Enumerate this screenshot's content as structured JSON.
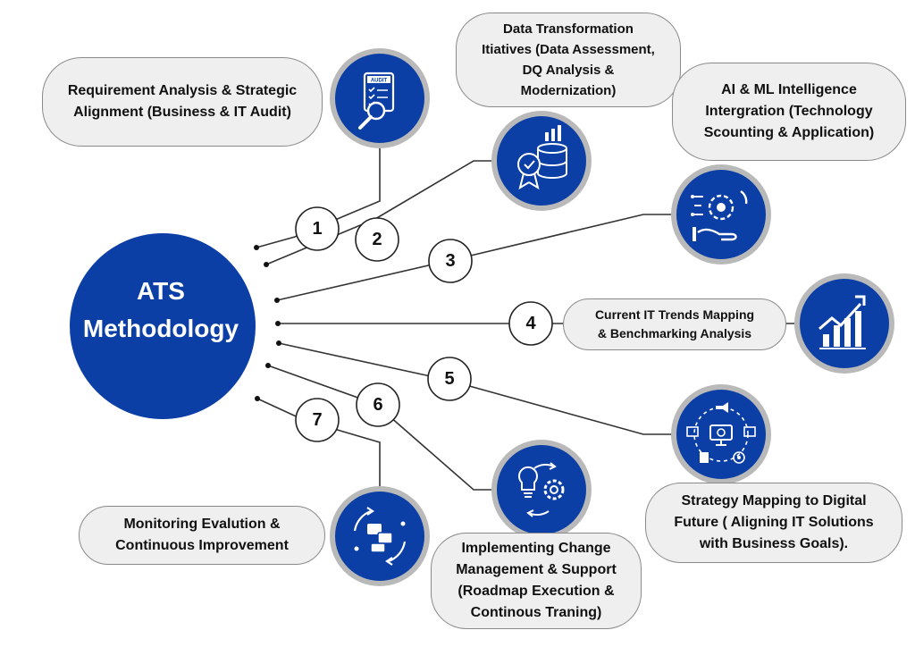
{
  "center": {
    "line1": "ATS",
    "line2": "Methodology"
  },
  "colors": {
    "primary": "#0b3fa5",
    "ring": "#b9b9b9",
    "bubble_fill": "#efefef",
    "bubble_border": "#8a8a8a",
    "line": "#333333"
  },
  "steps": [
    {
      "number": "1",
      "icon": "audit-checklist-icon",
      "label_lines": [
        "Requirement Analysis & Strategic",
        "Alignment (Business & IT Audit)"
      ]
    },
    {
      "number": "2",
      "icon": "data-quality-badge-icon",
      "label_lines": [
        "Data Transformation",
        "Itiatives (Data Assessment,",
        "DQ Analysis &",
        "Modernization)"
      ]
    },
    {
      "number": "3",
      "icon": "ai-gear-hand-icon",
      "label_lines": [
        "AI & ML Intelligence",
        "Intergration (Technology",
        "Scounting & Application)"
      ]
    },
    {
      "number": "4",
      "icon": "rising-chart-icon",
      "label_lines": [
        "Current IT Trends Mapping",
        "& Benchmarking Analysis"
      ]
    },
    {
      "number": "5",
      "icon": "digital-strategy-monitor-icon",
      "label_lines": [
        "Strategy Mapping to Digital",
        "Future ( Aligning IT Solutions",
        "with Business Goals)."
      ]
    },
    {
      "number": "6",
      "icon": "idea-gears-cycle-icon",
      "label_lines": [
        "Implementing Change",
        "Management & Support",
        "(Roadmap Execution &",
        "Continous Traning)"
      ]
    },
    {
      "number": "7",
      "icon": "feedback-cycle-chat-icon",
      "label_lines": [
        "Monitoring Evalution &",
        "Continuous Improvement"
      ]
    }
  ]
}
